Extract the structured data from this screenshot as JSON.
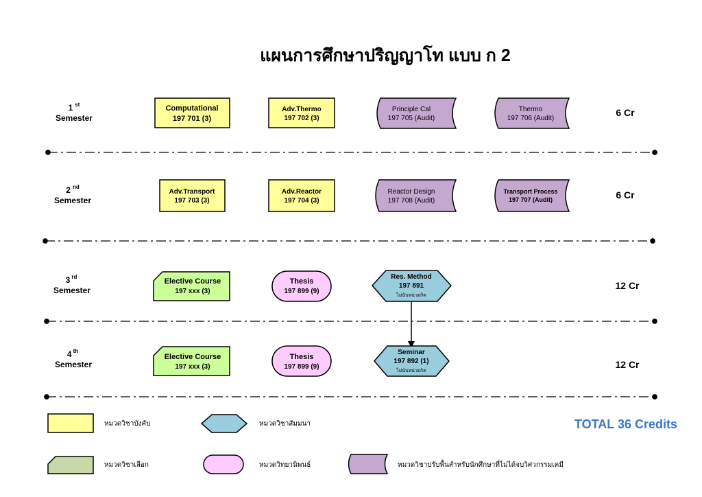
{
  "title": "แผนการศึกษาปริญญาโท แบบ ก 2",
  "colors": {
    "core": "#ffff99",
    "elective": "#ccff99",
    "thesis": "#ffccff",
    "seminar": "#99ccdd",
    "foundation": "#c4a8d0",
    "total_text": "#3b78c4"
  },
  "semesters": [
    {
      "num": "1",
      "sup": "st",
      "label": "Semester",
      "credits": "6 Cr",
      "courses": [
        {
          "shape": "core",
          "name": "Computational",
          "code": "197 701 (3)"
        },
        {
          "shape": "core",
          "name": "Adv.Thermo",
          "code": "197 702 (3)"
        },
        {
          "shape": "foundation",
          "name": "Principle Cal",
          "code": "197 705 (Audit)"
        },
        {
          "shape": "foundation",
          "name": "Thermo",
          "code": "197 706 (Audit)"
        }
      ]
    },
    {
      "num": "2",
      "sup": "nd",
      "label": "Semester",
      "credits": "6 Cr",
      "courses": [
        {
          "shape": "core",
          "name": "Adv.Transport",
          "code": "197 703 (3)"
        },
        {
          "shape": "core",
          "name": "Adv.Reactor",
          "code": "197 704 (3)"
        },
        {
          "shape": "foundation",
          "name": "Reactor Design",
          "code": "197 708 (Audit)"
        },
        {
          "shape": "foundation",
          "name": "Transport Process",
          "code": "197 707 (Audit)"
        }
      ]
    },
    {
      "num": "3",
      "sup": "rd",
      "label": "Semester",
      "credits": "12 Cr",
      "courses": [
        {
          "shape": "elective",
          "name": "Elective Course",
          "code": "197 xxx (3)"
        },
        {
          "shape": "thesis",
          "name": "Thesis",
          "code": "197 899 (9)"
        },
        {
          "shape": "seminar",
          "name": "Res. Method",
          "code": "197 891",
          "note": "ไม่นับหน่วยกิต"
        }
      ]
    },
    {
      "num": "4",
      "sup": "th",
      "label": "Semester",
      "credits": "12 Cr",
      "courses": [
        {
          "shape": "elective",
          "name": "Elective Course",
          "code": "197 xxx (3)"
        },
        {
          "shape": "thesis",
          "name": "Thesis",
          "code": "197 899 (9)"
        },
        {
          "shape": "seminar",
          "name": "Seminar",
          "code": "197 892 (1)",
          "note": "ไม่นับหน่วยกิต"
        }
      ]
    }
  ],
  "legend": {
    "core": "หมวดวิชาบังคับ",
    "seminar": "หมวดวิชาสัมมนา",
    "elective": "หมวดวิชาเลือก",
    "thesis": "หมวดวิทยานิพนธ์",
    "foundation": "หมวดวิชาปรับพื้นสำหรับนักศึกษาที่ไม่ได้จบวิศวกรรมเคมี"
  },
  "total": "TOTAL 36 Credits"
}
